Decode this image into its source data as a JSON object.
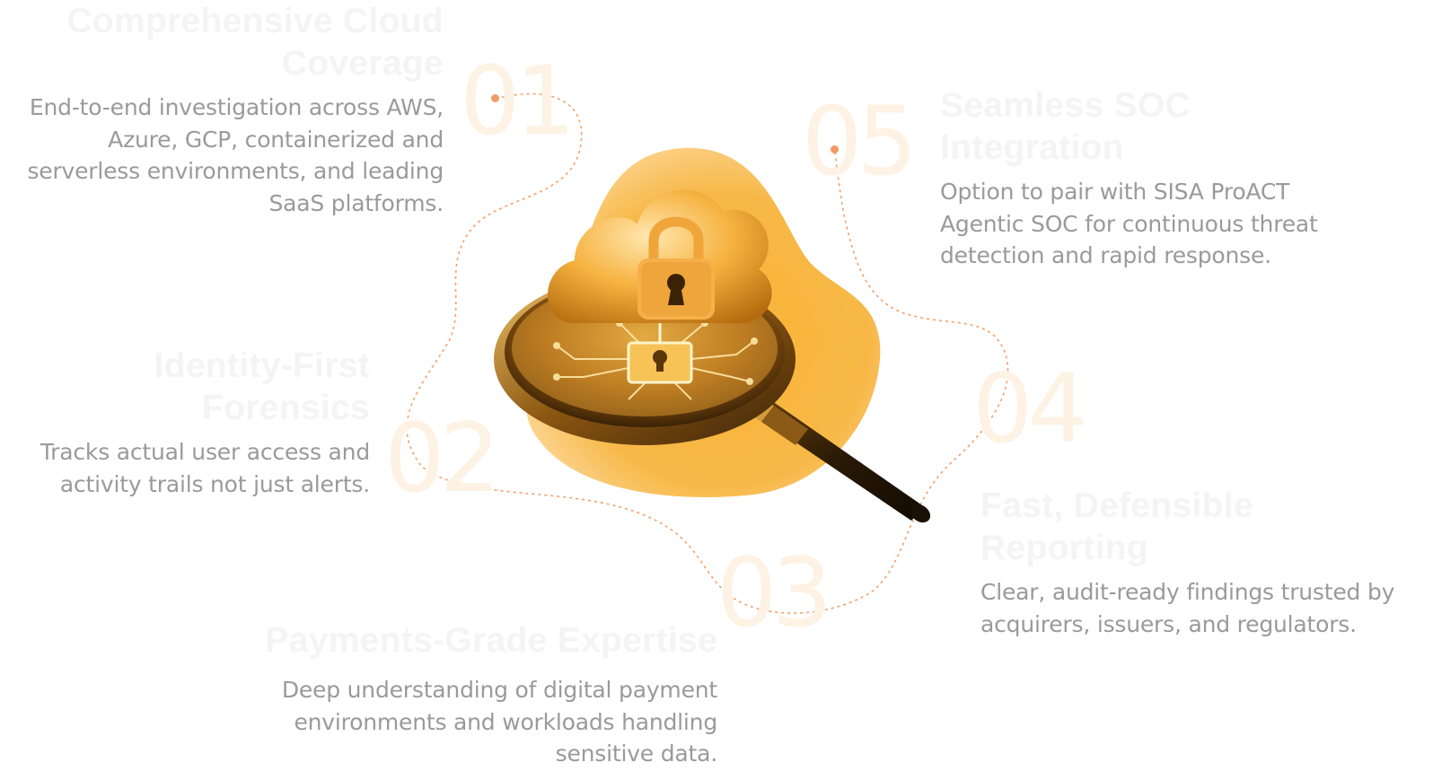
{
  "features": [
    {
      "number": "01",
      "title": "Comprehensive Cloud Coverage",
      "description": "End-to-end investigation across AWS, Azure, GCP, containerized and serverless environments, and leading SaaS platforms."
    },
    {
      "number": "02",
      "title": "Identity-First Forensics",
      "description": "Tracks actual user access and activity trails not just alerts."
    },
    {
      "number": "03",
      "title": "Payments-Grade Expertise",
      "description": "Deep understanding of digital payment environments and workloads handling sensitive data."
    },
    {
      "number": "04",
      "title": "Fast, Defensible Reporting",
      "description": "Clear, audit-ready findings trusted by acquirers, issuers, and regulators."
    },
    {
      "number": "05",
      "title": "Seamless SOC Integration",
      "description": "Option to pair with SISA ProACT Agentic SOC for continuous threat detection and rapid response."
    }
  ],
  "illustration": {
    "icons": [
      "cloud-icon",
      "padlock-icon",
      "magnifying-glass-icon",
      "circuit-board-icon"
    ]
  },
  "colors": {
    "accent": "#f7b12e",
    "accent_dark": "#c97a10",
    "dot": "#f39a64",
    "title": "#f4f4f4",
    "body_text": "#9a9a9a",
    "number": "#fdf2e4"
  }
}
